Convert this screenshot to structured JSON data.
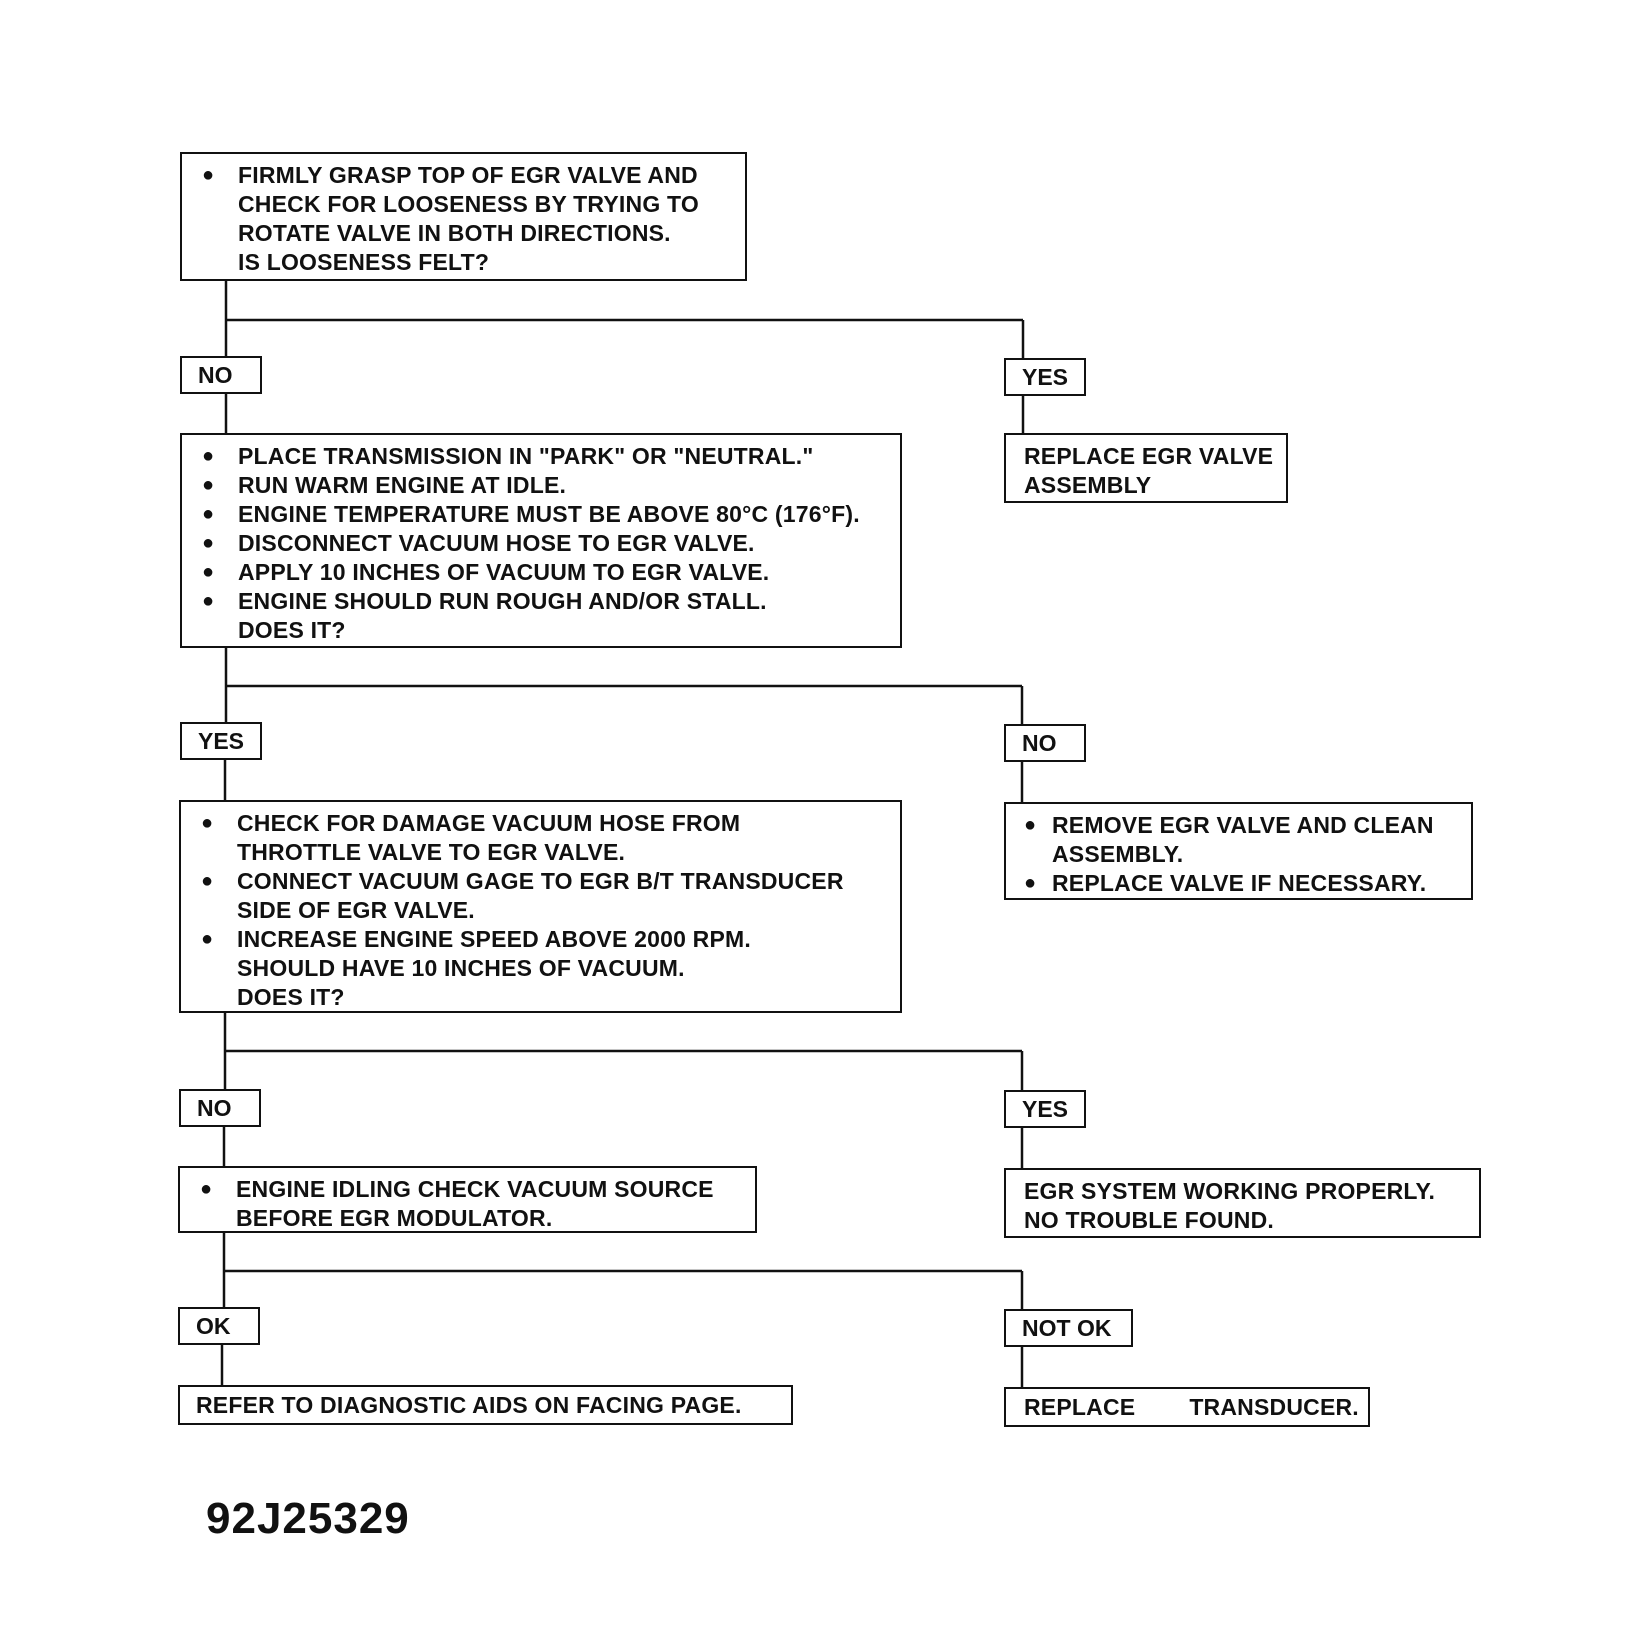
{
  "steps": {
    "s1": {
      "bullets": [
        [
          "FIRMLY GRASP TOP OF EGR VALVE AND",
          "CHECK FOR LOOSENESS BY TRYING TO",
          "ROTATE VALVE IN BOTH DIRECTIONS."
        ]
      ],
      "question": "IS LOOSENESS FELT?"
    },
    "s2": {
      "bullets": [
        [
          "PLACE TRANSMISSION IN \"PARK\" OR \"NEUTRAL.\""
        ],
        [
          "RUN WARM ENGINE AT IDLE."
        ],
        [
          "ENGINE TEMPERATURE MUST BE ABOVE 80°C (176°F)."
        ],
        [
          "DISCONNECT VACUUM HOSE TO EGR VALVE."
        ],
        [
          "APPLY 10 INCHES OF VACUUM TO EGR VALVE."
        ],
        [
          "ENGINE SHOULD RUN ROUGH AND/OR STALL."
        ]
      ],
      "question": "DOES IT?"
    },
    "s3": {
      "bullets": [
        [
          "CHECK FOR DAMAGE VACUUM HOSE FROM",
          "THROTTLE VALVE TO EGR VALVE."
        ],
        [
          "CONNECT VACUUM GAGE TO EGR B/T TRANSDUCER",
          "SIDE OF EGR VALVE."
        ],
        [
          "INCREASE ENGINE SPEED ABOVE 2000 RPM.",
          "SHOULD HAVE 10 INCHES OF VACUUM."
        ]
      ],
      "question": "DOES IT?"
    },
    "s4": {
      "bullets": [
        [
          "ENGINE IDLING CHECK VACUUM SOURCE",
          "BEFORE EGR MODULATOR."
        ]
      ]
    }
  },
  "labels": {
    "l1_left": "NO",
    "l1_right": "YES",
    "l2_left": "YES",
    "l2_right": "NO",
    "l3_left": "NO",
    "l3_right": "YES",
    "l4_left": "OK",
    "l4_right": "NOT OK"
  },
  "results": {
    "r1": [
      "REPLACE EGR VALVE",
      "ASSEMBLY"
    ],
    "r2_bullets": [
      [
        "REMOVE EGR VALVE AND CLEAN",
        "ASSEMBLY."
      ],
      [
        "REPLACE VALVE IF NECESSARY."
      ]
    ],
    "r3": [
      "EGR SYSTEM WORKING PROPERLY.",
      "NO TROUBLE FOUND."
    ],
    "r4": "REFER TO DIAGNOSTIC AIDS ON FACING PAGE.",
    "r5": {
      "part1": "REPLACE",
      "part2": "TRANSDUCER."
    }
  },
  "figure_code": "92J25329",
  "bullet_glyph": "●"
}
